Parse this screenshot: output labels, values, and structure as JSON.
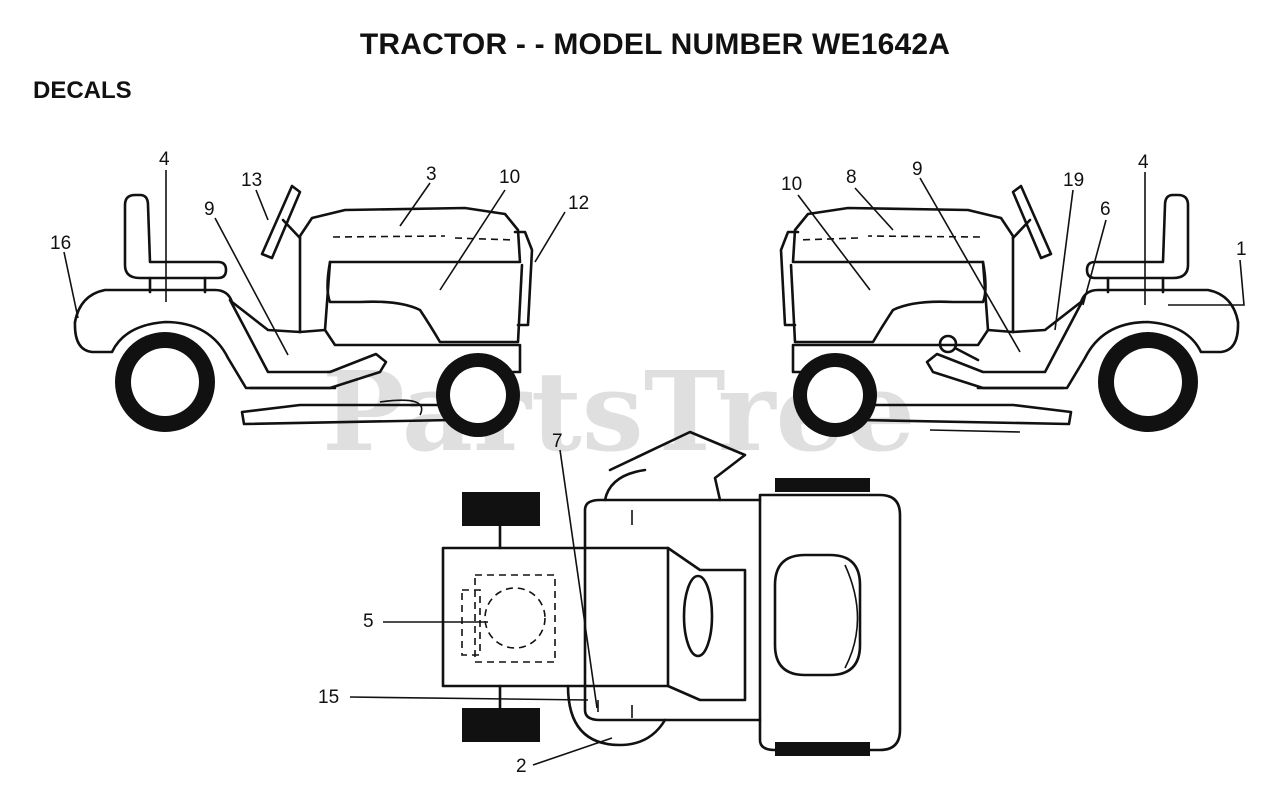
{
  "header": {
    "title": "TRACTOR - - MODEL NUMBER WE1642A",
    "section": "DECALS"
  },
  "watermark": {
    "text": "PartsTree",
    "color": "#c9c9c9"
  },
  "callouts": {
    "left_view": [
      "4",
      "13",
      "3",
      "10",
      "12",
      "16",
      "9"
    ],
    "right_view": [
      "10",
      "8",
      "9",
      "4",
      "19",
      "6",
      "1"
    ],
    "top_view": [
      "7",
      "5",
      "15",
      "2"
    ]
  }
}
